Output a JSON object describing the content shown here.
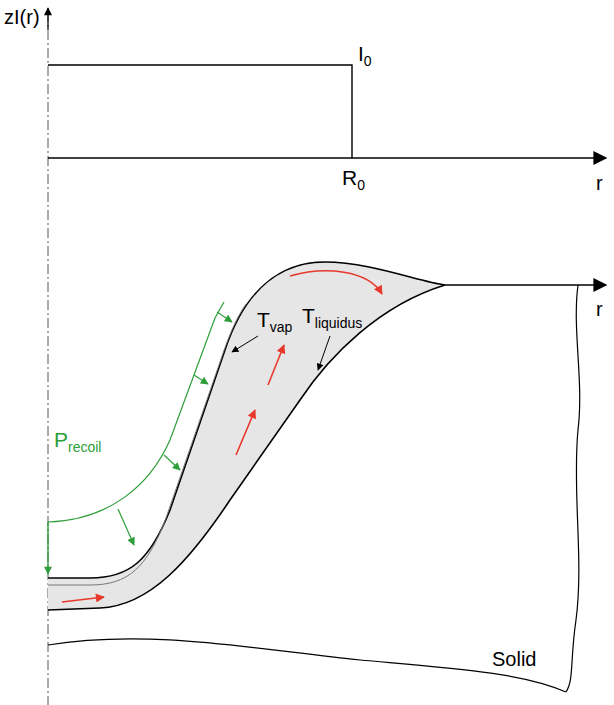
{
  "diagram": {
    "labels": [
      "z",
      "I(r)",
      "I0",
      "R0",
      "r",
      "r",
      "Tvap",
      "Tliquidus",
      "Precoil",
      "Solid"
    ]
  }
}
